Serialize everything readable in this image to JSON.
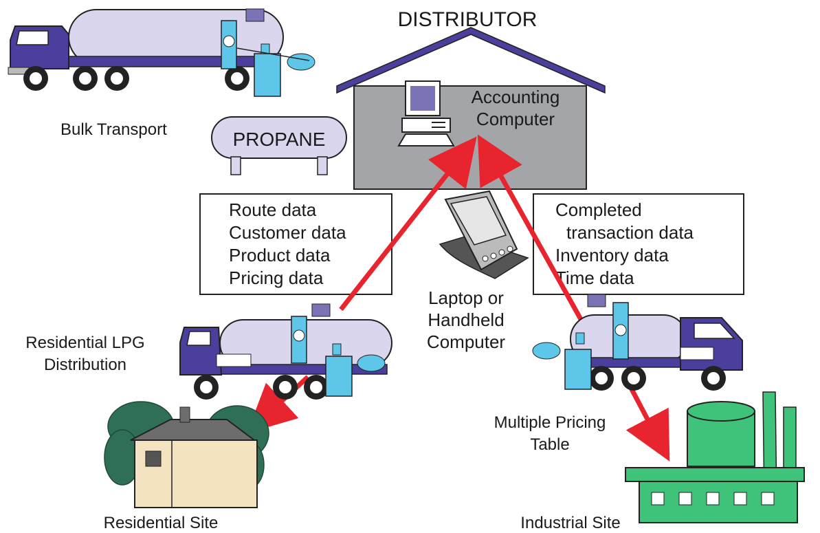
{
  "distributor": {
    "title": "DISTRIBUTOR",
    "computer_label": [
      "Accounting",
      "Computer"
    ]
  },
  "bulk_transport": {
    "label": "Bulk Transport",
    "tank_label": "PROPANE"
  },
  "outbound_data_box": {
    "lines": [
      "Route data",
      "Customer data",
      "Product data",
      "Pricing data"
    ]
  },
  "inbound_data_box": {
    "lines": [
      "Completed",
      "transaction data",
      "Inventory data",
      "Time data"
    ]
  },
  "handheld": {
    "label": [
      "Laptop or",
      "Handheld",
      "Computer"
    ]
  },
  "residential_truck": {
    "label": [
      "Residential LPG",
      "Distribution"
    ]
  },
  "industrial_truck": {
    "label": [
      "Multiple Pricing",
      "Table"
    ]
  },
  "residential_site": {
    "label": "Residential Site"
  },
  "industrial_site": {
    "label": "Industrial Site"
  },
  "colors": {
    "arrow": "#e8242f",
    "truck_cab": "#4a3f9c",
    "tank": "#d9d6ee",
    "meter": "#5ec6e8",
    "building": "#a3a5a8",
    "roof": "#4a3f9c",
    "factory": "#3fc27a",
    "house_wall": "#f3e3c0",
    "house_roof": "#6d6d6d",
    "trees": "#2f6f55"
  }
}
